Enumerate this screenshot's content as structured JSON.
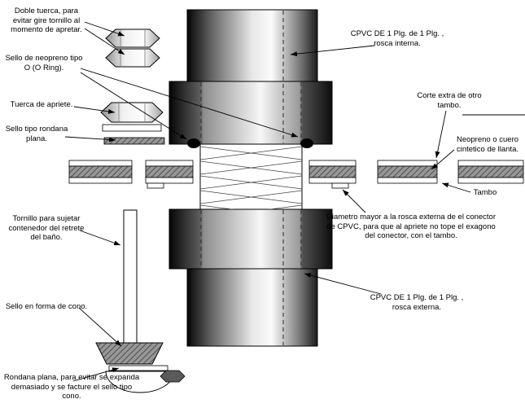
{
  "diagram": {
    "labels": {
      "doble_tuerca": "Doble tuerca, para evitar gire tornillo al momento de apretar.",
      "sello_oring": "Sello de neopreno tipo O (O Ring).",
      "tuerca_apriete": "Tuerca de apriete.",
      "sello_rondana": "Sello tipo rondana plana.",
      "tornillo": "Tornillo para sujetar contenedor del retrete del baño.",
      "sello_cono": "Sello en forma de cono.",
      "rondana_plana": "Rondana plana, para evitar se expanda demasiado y se facture el sello tipo cono.",
      "cpvc_interna": "CPVC DE 1 Plg. de 1 Plg. , rosca interna.",
      "corte_extra": "Corte extra de otro tambo.",
      "neopreno": "Neopreno o cuero cintetico de llanta.",
      "tambo": "Tambo",
      "diametro": "Diametro mayor a la rosca externa de el conector de CPVC, para que al apriete no tope el exagono del conector, con el tambo.",
      "cpvc_externa": "CPVC DE 1 Plg. de 1 Plg. , rosca externa."
    },
    "colors": {
      "line": "#000000",
      "metal_dark": "#111111",
      "metal_light": "#f7f7f7",
      "seal_gray": "#979797",
      "background": "#ffffff"
    }
  }
}
